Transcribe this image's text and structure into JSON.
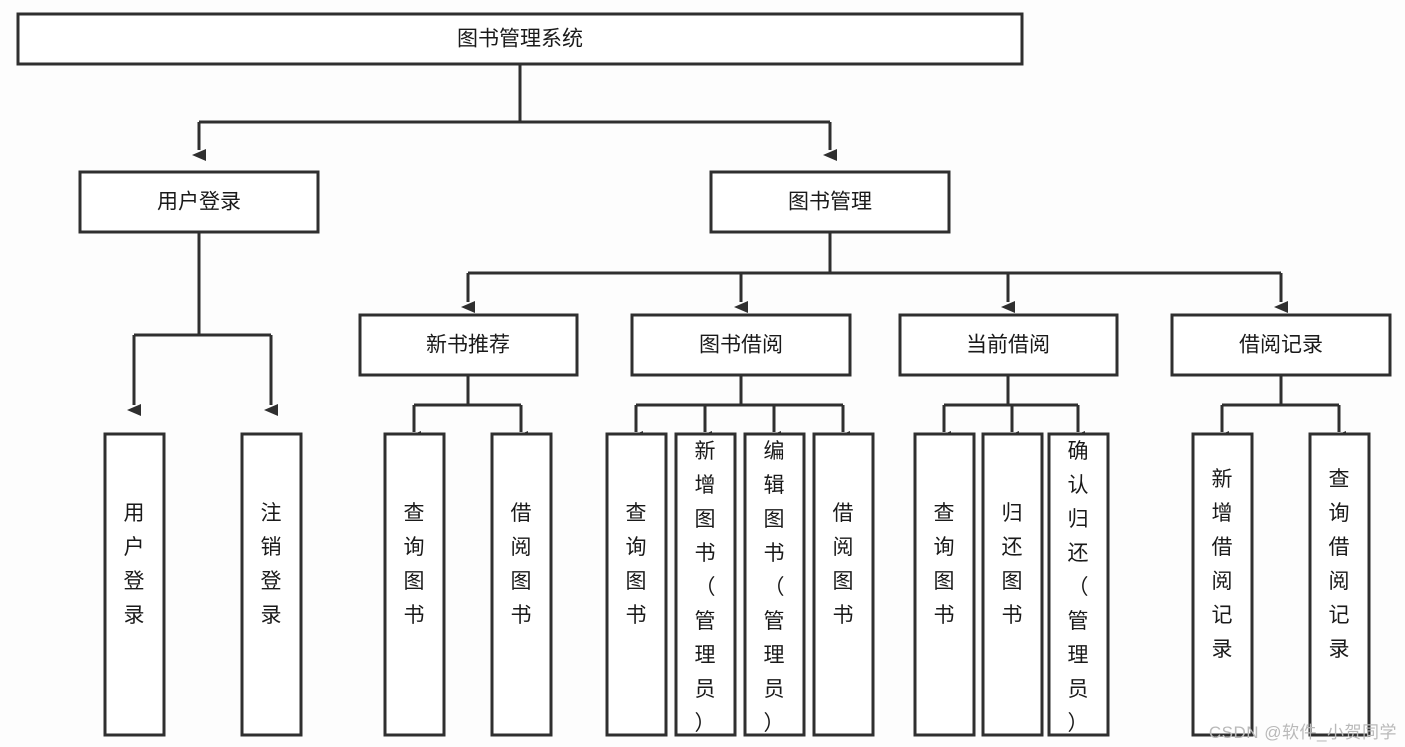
{
  "diagram": {
    "type": "tree-hierarchy-chart",
    "orientation": "top-down",
    "line_color": "#2f2f2f",
    "box_fill": "#ffffff",
    "background": "#fdfdfd",
    "root": {
      "id": "root",
      "label": "图书管理系统"
    },
    "level1": [
      {
        "id": "user-login",
        "label": "用户登录"
      },
      {
        "id": "book-management",
        "label": "图书管理"
      }
    ],
    "level2": [
      {
        "id": "new-book-recommend",
        "label": "新书推荐",
        "parent": "book-management"
      },
      {
        "id": "book-borrow",
        "label": "图书借阅",
        "parent": "book-management"
      },
      {
        "id": "current-borrow",
        "label": "当前借阅",
        "parent": "book-management"
      },
      {
        "id": "borrow-record",
        "label": "借阅记录",
        "parent": "book-management"
      }
    ],
    "leaves": {
      "user-login": [
        {
          "id": "leaf-user-login",
          "label": "用户登录"
        },
        {
          "id": "leaf-logout-login",
          "label": "注销登录"
        }
      ],
      "new-book-recommend": [
        {
          "id": "leaf-query-book-1",
          "label": "查询图书"
        },
        {
          "id": "leaf-borrow-book-1",
          "label": "借阅图书"
        }
      ],
      "book-borrow": [
        {
          "id": "leaf-query-book-2",
          "label": "查询图书"
        },
        {
          "id": "leaf-add-book",
          "label": "新增图书（管理员）"
        },
        {
          "id": "leaf-edit-book",
          "label": "编辑图书（管理员）"
        },
        {
          "id": "leaf-borrow-book-2",
          "label": "借阅图书"
        }
      ],
      "current-borrow": [
        {
          "id": "leaf-query-book-3",
          "label": "查询图书"
        },
        {
          "id": "leaf-return-book",
          "label": "归还图书"
        },
        {
          "id": "leaf-confirm-return",
          "label": "确认归还（管理员）"
        }
      ],
      "borrow-record": [
        {
          "id": "leaf-add-record",
          "label": "新增借阅记录"
        },
        {
          "id": "leaf-query-record",
          "label": "查询借阅记录"
        }
      ]
    }
  },
  "watermark": {
    "text": "CSDN @软件_小贺同学"
  }
}
